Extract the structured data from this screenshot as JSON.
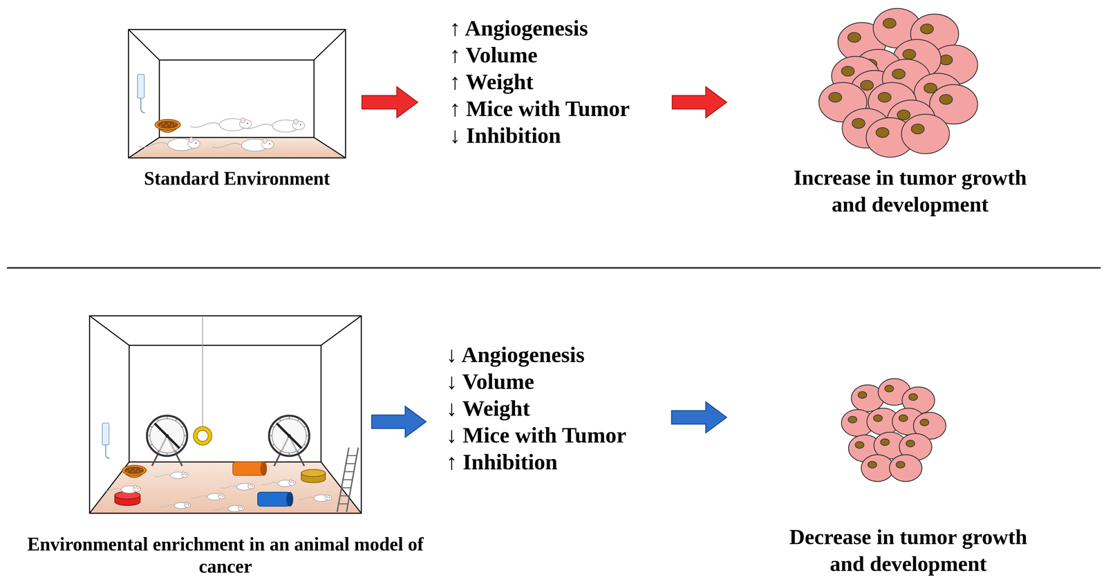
{
  "diagram": {
    "nodes": [
      {
        "text": [
          "Standard Environment"
        ]
      },
      {
        "text": [
          "↑ Angiogenesis",
          "↑ Volume",
          "↑ Weight",
          "↑ Mice with Tumor",
          "↓ Inhibition"
        ]
      },
      {
        "text": [
          "Increase in tumor growth and development"
        ]
      },
      {
        "text": [
          "Environmental enrichment in an animal model of cancer"
        ]
      },
      {
        "text": [
          "↓ Angiogenesis",
          "↓ Volume",
          "↓ Weight",
          "↓ Mice with Tumor",
          "↑ Inhibition"
        ]
      },
      {
        "text": [
          "Decrease in tumor growth and development"
        ]
      }
    ],
    "edges": [
      {
        "from": 0,
        "to": 1,
        "arrow": "to"
      },
      {
        "from": 1,
        "to": 2,
        "arrow": "to"
      },
      {
        "from": 3,
        "to": 4,
        "arrow": "to"
      },
      {
        "from": 4,
        "to": 5,
        "arrow": "to"
      }
    ]
  }
}
